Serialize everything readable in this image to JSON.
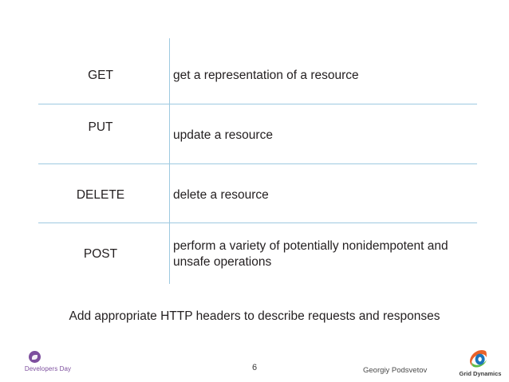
{
  "slide": {
    "table": {
      "rows": [
        {
          "method": "GET",
          "description": "get a representation of a resource"
        },
        {
          "method": "PUT",
          "description": "update a resource"
        },
        {
          "method": "DELETE",
          "description": "delete a resource"
        },
        {
          "method": "POST",
          "description": "perform a variety of potentially nonidempotent and unsafe operations"
        }
      ]
    },
    "caption": "Add appropriate HTTP headers to describe requests and responses",
    "footer": {
      "page_number": "6",
      "presenter": "Georgiy Podsvetov",
      "left_logo_text": "Developers Day",
      "right_logo_text": "Grid Dynamics"
    },
    "colors": {
      "rule": "#9ec9e0",
      "text": "#231f20",
      "developers_day_purple": "#7d4f9e",
      "grid_dynamics_orange": "#e8622a",
      "grid_dynamics_blue": "#1b75bb",
      "grid_dynamics_green": "#5bbb46"
    }
  }
}
